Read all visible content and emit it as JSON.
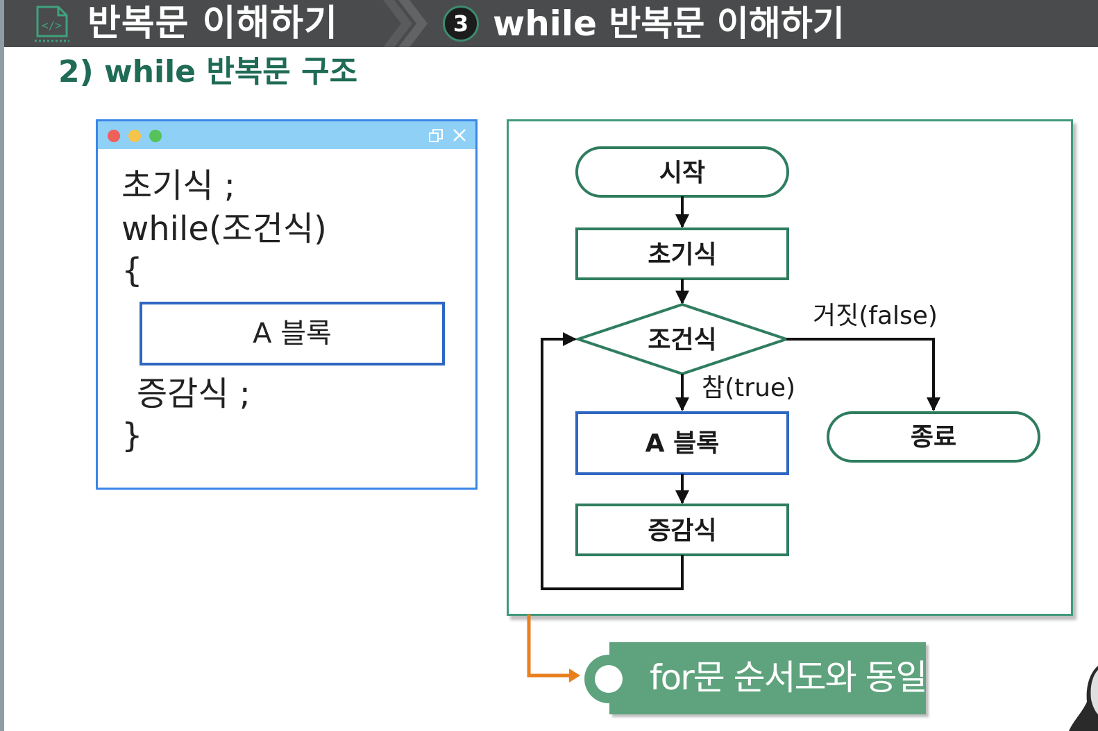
{
  "header": {
    "main_title": "반복문 이해하기",
    "step_number": "3",
    "sub_title": "while 반복문 이해하기",
    "background_color": "#4a4b4c",
    "accent_color": "#3d8c6d"
  },
  "section_title": "2) while 반복문 구조",
  "code_window": {
    "lines": [
      "초기식 ;",
      "while(조건식)",
      "{",
      "증감식 ;",
      "}"
    ],
    "block_label": "A 블록"
  },
  "flowchart": {
    "nodes": {
      "start": "시작",
      "init": "초기식",
      "condition": "조건식",
      "block": "A 블록",
      "increment": "증감식",
      "end": "종료"
    },
    "true_label": "참(true)",
    "false_label": "거짓(false)"
  },
  "note": {
    "text": "for문 순서도와 동일",
    "color": "#5ea37d",
    "arrow_color": "#e8801e"
  }
}
